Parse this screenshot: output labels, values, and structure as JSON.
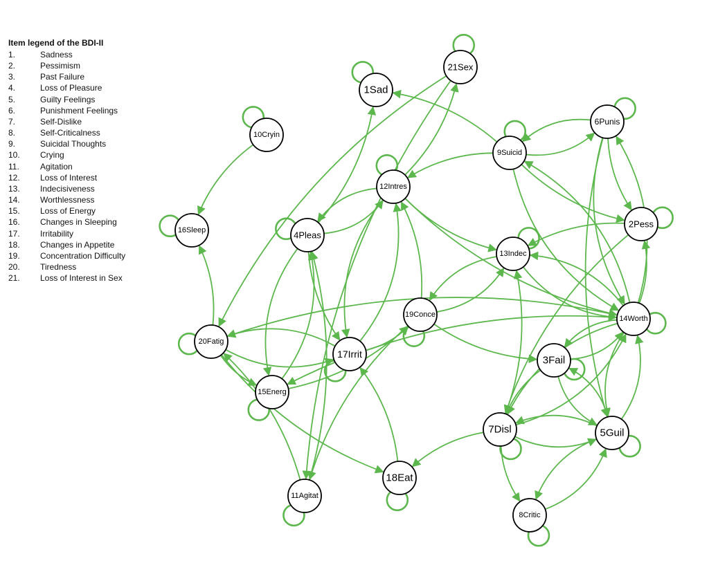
{
  "legend": {
    "title": "Item legend of the BDI-II",
    "items": [
      {
        "num": "1.",
        "label": "Sadness"
      },
      {
        "num": "2.",
        "label": "Pessimism"
      },
      {
        "num": "3.",
        "label": "Past Failure"
      },
      {
        "num": "4.",
        "label": "Loss of Pleasure"
      },
      {
        "num": "5.",
        "label": "Guilty Feelings"
      },
      {
        "num": "6.",
        "label": "Punishment Feelings"
      },
      {
        "num": "7.",
        "label": "Self-Dislike"
      },
      {
        "num": "8.",
        "label": "Self-Criticalness"
      },
      {
        "num": "9.",
        "label": "Suicidal Thoughts"
      },
      {
        "num": "10.",
        "label": "Crying"
      },
      {
        "num": "11.",
        "label": "Agitation"
      },
      {
        "num": "12.",
        "label": "Loss of Interest"
      },
      {
        "num": "13.",
        "label": "Indecisiveness"
      },
      {
        "num": "14.",
        "label": "Worthlessness"
      },
      {
        "num": "15.",
        "label": "Loss of Energy"
      },
      {
        "num": "16.",
        "label": "Changes in Sleeping"
      },
      {
        "num": "17.",
        "label": "Irritability"
      },
      {
        "num": "18.",
        "label": "Changes in Appetite"
      },
      {
        "num": "19.",
        "label": "Concentration Difficulty"
      },
      {
        "num": "20.",
        "label": "Tiredness"
      },
      {
        "num": "21.",
        "label": "Loss of Interest in Sex"
      }
    ]
  },
  "graph": {
    "edge_color": "#5cb74d",
    "nodes": [
      {
        "id": "1",
        "label": "1Sad"
      },
      {
        "id": "2",
        "label": "2Pess"
      },
      {
        "id": "3",
        "label": "3Fail"
      },
      {
        "id": "4",
        "label": "4Pleas"
      },
      {
        "id": "5",
        "label": "5Guil"
      },
      {
        "id": "6",
        "label": "6Punis"
      },
      {
        "id": "7",
        "label": "7Disl"
      },
      {
        "id": "8",
        "label": "8Critic"
      },
      {
        "id": "9",
        "label": "9Suicid"
      },
      {
        "id": "10",
        "label": "10Cryin"
      },
      {
        "id": "11",
        "label": "11Agitat"
      },
      {
        "id": "12",
        "label": "12Intres"
      },
      {
        "id": "13",
        "label": "13Indec"
      },
      {
        "id": "14",
        "label": "14Worth"
      },
      {
        "id": "15",
        "label": "15Energ"
      },
      {
        "id": "16",
        "label": "16Sleep"
      },
      {
        "id": "17",
        "label": "17Irrit"
      },
      {
        "id": "18",
        "label": "18Eat"
      },
      {
        "id": "19",
        "label": "19Conce"
      },
      {
        "id": "20",
        "label": "20Fatig"
      },
      {
        "id": "21",
        "label": "21Sex"
      }
    ],
    "self_loops": [
      "1",
      "21",
      "6",
      "9",
      "10",
      "12",
      "16",
      "4",
      "2",
      "13",
      "14",
      "20",
      "17",
      "19",
      "15",
      "3",
      "5",
      "7",
      "18",
      "11",
      "8"
    ],
    "edges": [
      [
        "4",
        "1"
      ],
      [
        "9",
        "1"
      ],
      [
        "9",
        "6"
      ],
      [
        "6",
        "9"
      ],
      [
        "9",
        "12"
      ],
      [
        "9",
        "2"
      ],
      [
        "9",
        "14"
      ],
      [
        "14",
        "9"
      ],
      [
        "10",
        "16"
      ],
      [
        "4",
        "12"
      ],
      [
        "12",
        "4"
      ],
      [
        "17",
        "12"
      ],
      [
        "12",
        "13"
      ],
      [
        "12",
        "14"
      ],
      [
        "19",
        "12"
      ],
      [
        "12",
        "17"
      ],
      [
        "20",
        "16"
      ],
      [
        "21",
        "20"
      ],
      [
        "21",
        "11"
      ],
      [
        "4",
        "17"
      ],
      [
        "4",
        "15"
      ],
      [
        "15",
        "4"
      ],
      [
        "11",
        "4"
      ],
      [
        "17",
        "20"
      ],
      [
        "20",
        "17"
      ],
      [
        "20",
        "15"
      ],
      [
        "15",
        "19"
      ],
      [
        "19",
        "11"
      ],
      [
        "11",
        "20"
      ],
      [
        "20",
        "18"
      ],
      [
        "18",
        "17"
      ],
      [
        "17",
        "19"
      ],
      [
        "19",
        "13"
      ],
      [
        "13",
        "19"
      ],
      [
        "19",
        "3"
      ],
      [
        "2",
        "13"
      ],
      [
        "14",
        "13"
      ],
      [
        "13",
        "14"
      ],
      [
        "7",
        "13"
      ],
      [
        "14",
        "3"
      ],
      [
        "3",
        "14"
      ],
      [
        "14",
        "7"
      ],
      [
        "7",
        "14"
      ],
      [
        "14",
        "5"
      ],
      [
        "5",
        "14"
      ],
      [
        "6",
        "5"
      ],
      [
        "6",
        "14"
      ],
      [
        "14",
        "6"
      ],
      [
        "2",
        "7"
      ],
      [
        "3",
        "5"
      ],
      [
        "5",
        "3"
      ],
      [
        "3",
        "7"
      ],
      [
        "7",
        "5"
      ],
      [
        "5",
        "7"
      ],
      [
        "7",
        "18"
      ],
      [
        "7",
        "8"
      ],
      [
        "5",
        "8"
      ],
      [
        "8",
        "5"
      ],
      [
        "14",
        "20"
      ],
      [
        "14",
        "15"
      ],
      [
        "12",
        "21"
      ],
      [
        "6",
        "2"
      ],
      [
        "14",
        "2"
      ]
    ]
  }
}
